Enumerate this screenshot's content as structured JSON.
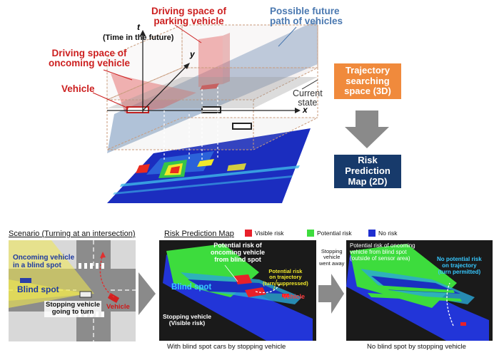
{
  "top_diagram": {
    "labels": {
      "parking_space": "Driving space of\nparking vehicle",
      "future_path": "Possible future\npath of vehicles",
      "t_axis": "t",
      "t_axis_note": "(Time in the future)",
      "oncoming_space": "Driving space of\noncoming vehicle",
      "y_axis": "y",
      "x_axis": "x",
      "vehicle": "Vehicle",
      "current_state": "Current\nstate"
    },
    "flow": {
      "trajectory_box": "Trajectory\nsearching\nspace (3D)",
      "risk_map_box": "Risk Prediction\nMap (2D)"
    }
  },
  "bottom": {
    "scenario": {
      "title": "Scenario (Turning at an intersection)",
      "oncoming": "Oncoming vehicle\nin a blind spot",
      "blind_spot": "Blind spot",
      "stopping": "Stopping vehicle\ngoing to turn",
      "vehicle": "Vehicle"
    },
    "risk_map": {
      "title": "Risk Prediction Map",
      "legend": [
        {
          "label": "Visible risk",
          "color": "#e8202a"
        },
        {
          "label": "Potential risk",
          "color": "#3ddc3d"
        },
        {
          "label": "No risk",
          "color": "#1f2fd0"
        }
      ],
      "panel1": {
        "potential_oncoming": "Potential risk of\noncoming vehicle\nfrom blind spot",
        "potential_trajectory": "Potential risk\non trajectory\n(turn suppressed)",
        "blind_spot": "Blind spot",
        "stopping": "Stopping vehicle\n(Visible risk)",
        "vehicle": "Vehicle",
        "caption": "With blind spot cars by stopping vehicle"
      },
      "transition": "Stopping\nvehicle\nwent away",
      "panel2": {
        "potential_oncoming": "Potential risk of oncoming\nvehicle from blind spot\n(outside of sensor area)",
        "no_potential": "No potential risk\non trajectory\n(turn permitted)",
        "caption": "No blind spot by stopping vehicle"
      }
    }
  },
  "colors": {
    "orange_box": "#f08a3c",
    "navy_box": "#173a6b",
    "arrow_gray": "#8a8a8a",
    "label_red": "#cc1f1f",
    "label_blue": "#4a78b0"
  }
}
